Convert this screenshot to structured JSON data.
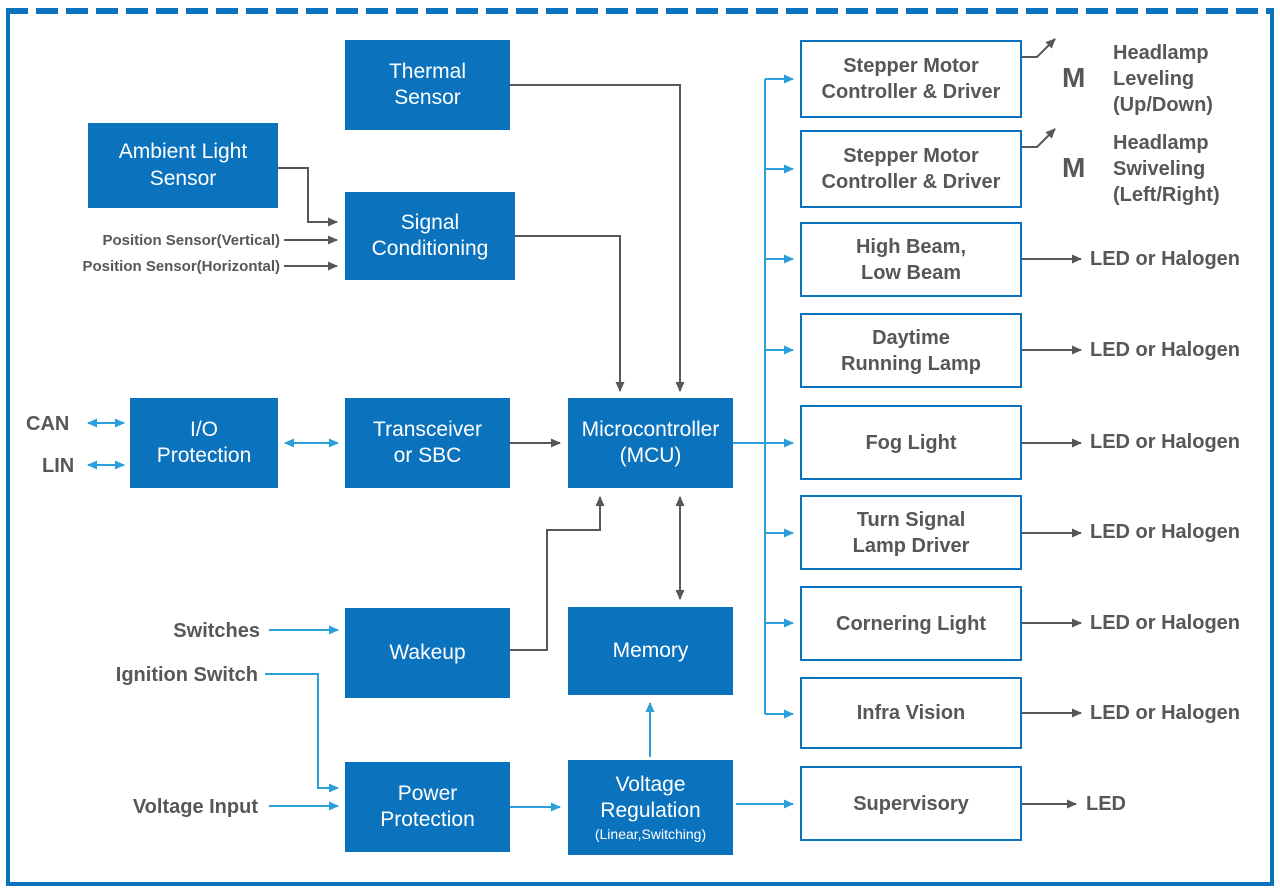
{
  "palette": {
    "box_blue": "#0b72bd",
    "dark_gray": "#575756",
    "light_blue": "#2b9fd9"
  },
  "blocks": {
    "thermal_sensor": "Thermal\nSensor",
    "ambient_light_sensor": "Ambient Light\nSensor",
    "signal_conditioning": "Signal\nConditioning",
    "io_protection": "I/O\nProtection",
    "transceiver_or_sbc": "Transceiver\nor SBC",
    "microcontroller": "Microcontroller\n(MCU)",
    "wakeup": "Wakeup",
    "memory": "Memory",
    "power_protection": "Power\nProtection",
    "voltage_regulation": "Voltage\nRegulation",
    "voltage_regulation_sub": "(Linear,Switching)"
  },
  "inputs": {
    "can": "CAN",
    "lin": "LIN",
    "position_vertical": "Position Sensor(Vertical)",
    "position_horizontal": "Position Sensor(Horizontal)",
    "switches": "Switches",
    "ignition_switch": "Ignition Switch",
    "voltage_input": "Voltage Input"
  },
  "output_stages": [
    {
      "label": "Stepper Motor\nController & Driver",
      "motor": "M",
      "target": "Headlamp\nLeveling\n(Up/Down)"
    },
    {
      "label": "Stepper Motor\nController & Driver",
      "motor": "M",
      "target": "Headlamp\nSwiveling\n(Left/Right)"
    },
    {
      "label": "High Beam,\nLow Beam",
      "target": "LED or Halogen"
    },
    {
      "label": "Daytime\nRunning Lamp",
      "target": "LED or Halogen"
    },
    {
      "label": "Fog Light",
      "target": "LED or Halogen"
    },
    {
      "label": "Turn Signal\nLamp Driver",
      "target": "LED or Halogen"
    },
    {
      "label": "Cornering Light",
      "target": "LED or Halogen"
    },
    {
      "label": "Infra Vision",
      "target": "LED or Halogen"
    },
    {
      "label": "Supervisory",
      "target": "LED"
    }
  ]
}
